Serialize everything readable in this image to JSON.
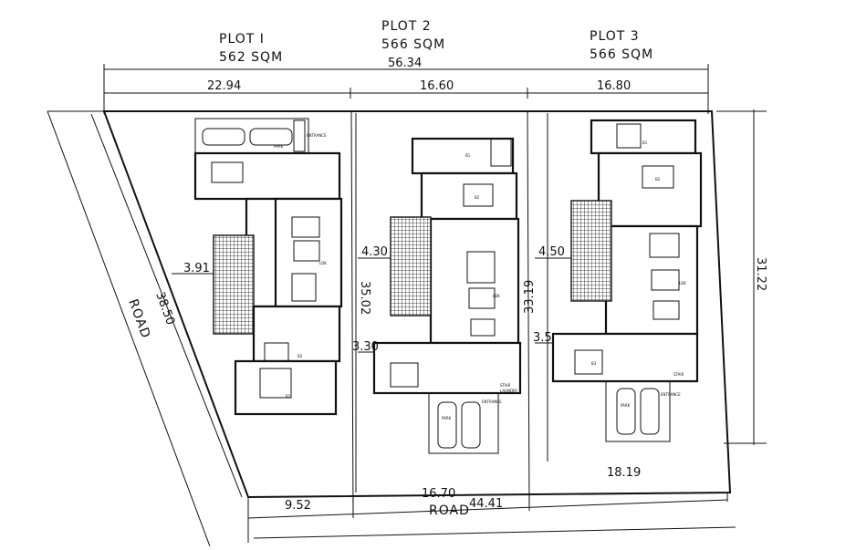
{
  "plots": [
    {
      "name": "PLOT I",
      "area": "562 SQM",
      "width": "22.94"
    },
    {
      "name": "PLOT 2",
      "area": "566 SQM",
      "width": "16.60"
    },
    {
      "name": "PLOT 3",
      "area": "566 SQM",
      "width": "16.80"
    }
  ],
  "dims": {
    "overall_top": "56.34",
    "left_side": "38.50",
    "right_side": "31.22",
    "setback_plot1": "3.91",
    "plot2_depth": "35.02",
    "plot2_setback_a": "4.30",
    "plot2_setback_b": "3.30",
    "plot3_depth": "33.19",
    "plot3_setback_a": "4.50",
    "plot3_setback_b": "3.5",
    "bottom_1": "9.52",
    "bottom_2": "16.70",
    "bottom_3": "18.19",
    "road_total": "44.41"
  },
  "roads": {
    "left": "ROAD",
    "bottom": "ROAD"
  },
  "rooms": {
    "ldk": "LDK",
    "b1": "B1",
    "b2": "B2",
    "b3": "B3",
    "park": "PARK",
    "entrance": "ENTRANCE",
    "stair": "STAIR",
    "laundry": "LAUNDRY"
  }
}
